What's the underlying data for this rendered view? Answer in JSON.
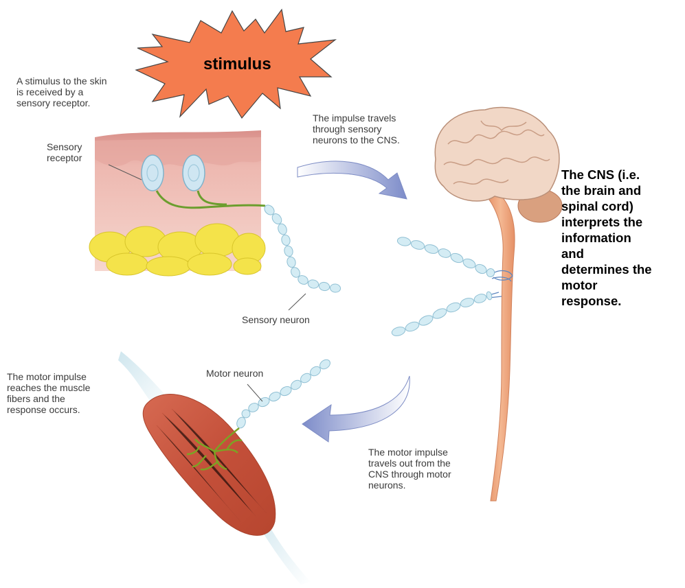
{
  "stimulus": {
    "label": "stimulus",
    "fill": "#F47C4E"
  },
  "captions": {
    "skin_stimulus": "A stimulus to the skin\nis received by a\nsensory receptor.",
    "sensory_receptor": "Sensory\nreceptor",
    "impulse_travels": "The impulse travels\nthrough sensory\nneurons to the CNS.",
    "sensory_neuron": "Sensory neuron",
    "motor_neuron": "Motor neuron",
    "motor_reaches": "The motor impulse\nreaches the muscle\nfibers and the\nresponse occurs.",
    "motor_travels": "The motor impulse\ntravels out from the\nCNS through motor\nneurons.",
    "cns_interprets": "The CNS (i.e.\nthe brain and\nspinal cord)\ninterprets the\ninformation\nand\ndetermines the\nmotor\nresponse."
  },
  "colors": {
    "skin": "#F2C8C0",
    "fat": "#F5E43A",
    "neuron": "#D4ECF4",
    "spinal_cord": "#EDA27A",
    "brain": "#F1D5C3",
    "muscle": "#C9553F",
    "arrow": "#7D8CC9"
  }
}
